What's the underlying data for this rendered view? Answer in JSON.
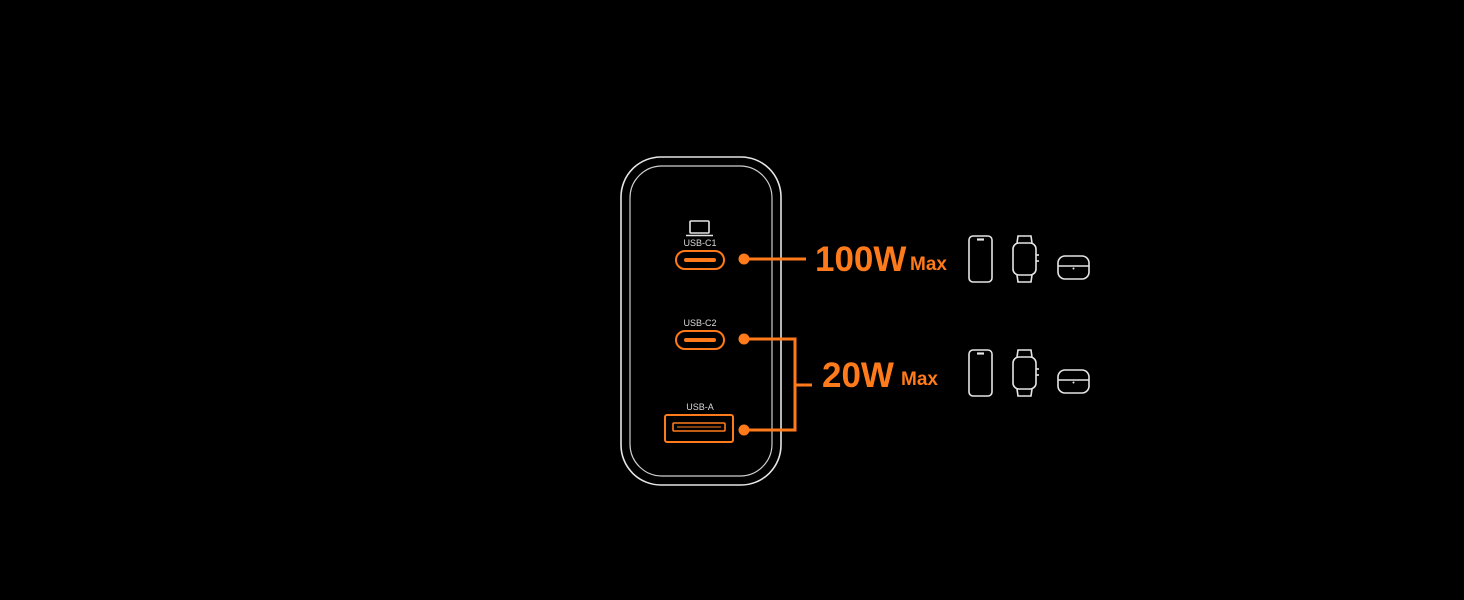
{
  "accent_color": "#ff7a1a",
  "outline_color": "#e6e6e6",
  "background_color": "#000000",
  "charger": {
    "top_icon": "laptop-icon",
    "ports": [
      {
        "label": "USB-C1",
        "type": "usb-c"
      },
      {
        "label": "USB-C2",
        "type": "usb-c"
      },
      {
        "label": "USB-A",
        "type": "usb-a"
      }
    ]
  },
  "outputs": [
    {
      "watts": "100W",
      "unit": "Max",
      "devices": [
        "phone-icon",
        "watch-icon",
        "earbuds-case-icon"
      ]
    },
    {
      "watts": "20W",
      "unit": "Max",
      "devices": [
        "phone-icon",
        "watch-icon",
        "earbuds-case-icon"
      ]
    }
  ]
}
